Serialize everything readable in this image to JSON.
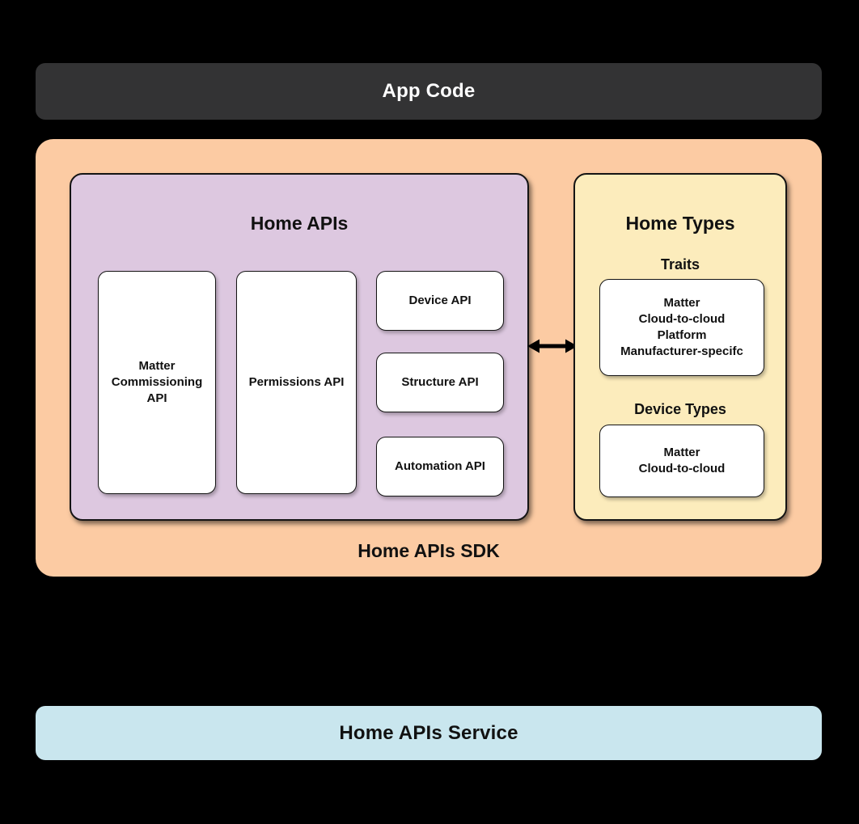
{
  "colors": {
    "background": "#000000",
    "app_code_bg": "#333334",
    "sdk_bg": "#FCCBA3",
    "home_apis_bg": "#DDC8E0",
    "home_types_bg": "#FCECBC",
    "service_bg": "#C9E6EE",
    "card_bg": "#FFFFFF",
    "text_dark": "#111111",
    "text_light": "#FFFFFF"
  },
  "app_code": {
    "label": "App Code"
  },
  "sdk": {
    "label": "Home APIs SDK",
    "home_apis": {
      "title": "Home APIs",
      "cards": {
        "matter_commissioning": "Matter\nCommissioning\nAPI",
        "permissions": "Permissions API",
        "device": "Device API",
        "structure": "Structure API",
        "automation": "Automation API"
      }
    },
    "home_types": {
      "title": "Home Types",
      "traits": {
        "heading": "Traits",
        "items": "Matter\nCloud-to-cloud\nPlatform\nManufacturer-specifc"
      },
      "device_types": {
        "heading": "Device Types",
        "items": "Matter\nCloud-to-cloud"
      }
    }
  },
  "service": {
    "label": "Home APIs Service"
  }
}
